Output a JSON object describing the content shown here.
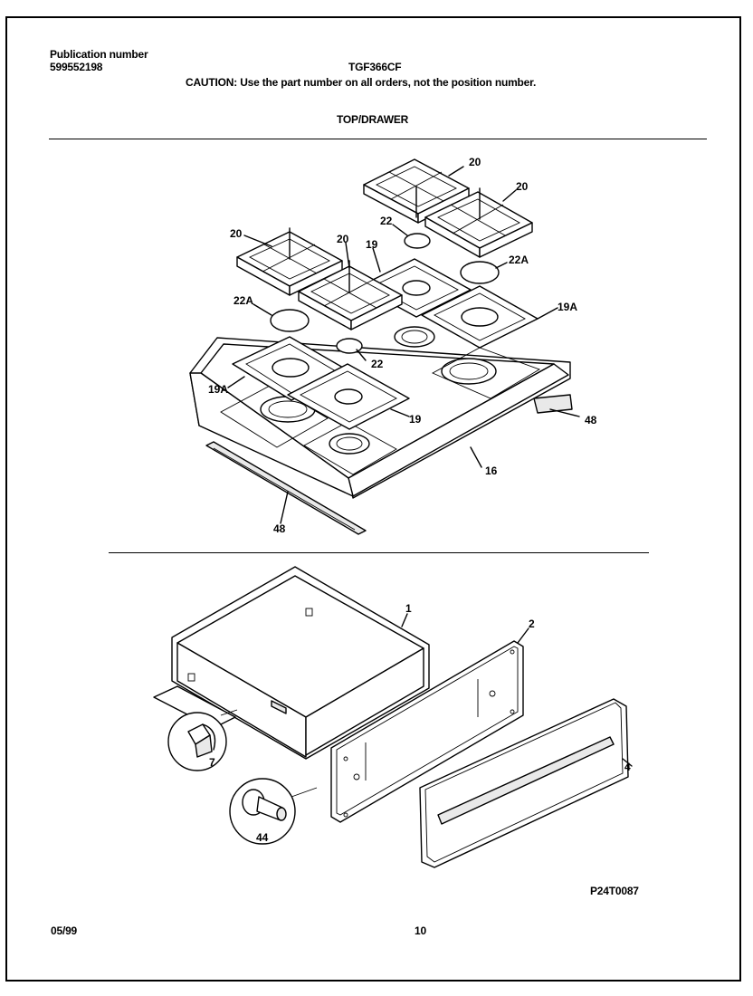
{
  "header": {
    "publication_label": "Publication number",
    "publication_number": "599552198",
    "model": "TGF366CF",
    "caution": "CAUTION:  Use the part number on all orders, not the position number.",
    "section_title": "TOP/DRAWER"
  },
  "callouts": {
    "grate_a": "20",
    "grate_b": "20",
    "grate_c": "20",
    "grate_d": "20",
    "cap_small_a": "22",
    "cap_small_b": "22",
    "cap_large_a": "22A",
    "cap_large_b": "22A",
    "pan_a": "19",
    "pan_b": "19",
    "pan_large_a": "19A",
    "pan_large_b": "19A",
    "trim_right": "48",
    "trim_front": "48",
    "cooktop": "16",
    "drawer_body": "1",
    "drawer_panel": "2",
    "drawer_front": "4",
    "glide": "7",
    "roller": "44"
  },
  "footer": {
    "figure_code": "P24T0087",
    "date": "05/99",
    "page": "10"
  }
}
